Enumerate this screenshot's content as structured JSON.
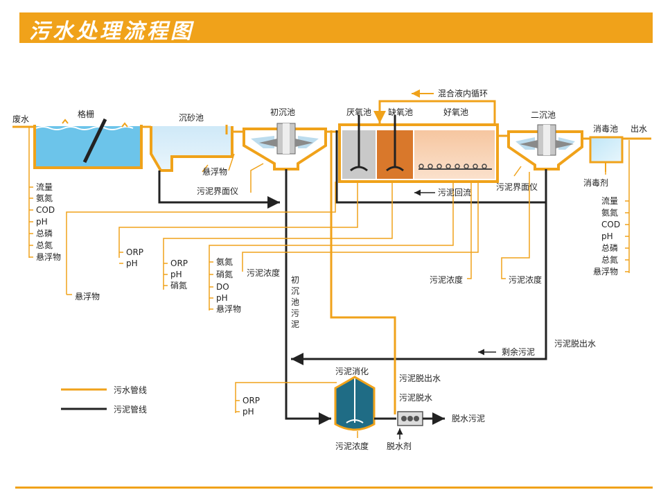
{
  "title": "污水处理流程图",
  "labels": {
    "waste_water": "废水",
    "screen": "格栅",
    "grit_chamber": "沉砂池",
    "primary_clarifier": "初沉池",
    "anaerobic": "厌氧池",
    "anoxic": "缺氧池",
    "aerobic": "好氧池",
    "secondary_clarifier": "二沉池",
    "disinfection": "消毒池",
    "outlet": "出水",
    "mixed_liquor_recycle": "混合液内循环",
    "sludge_return": "污泥回流",
    "suspended_solids": "悬浮物",
    "sludge_interface_meter": "污泥界面仪",
    "sludge_interface_meter_2": "污泥界面仪",
    "disinfectant": "消毒剂",
    "sludge_conc_1": "污泥浓度",
    "sludge_conc_2": "污泥浓度",
    "sludge_conc_3": "污泥浓度",
    "sludge_conc_4": "污泥浓度",
    "suspended_solids_2": "悬浮物",
    "primary_sludge": [
      "初",
      "沉",
      "池",
      "污",
      "泥"
    ],
    "excess_sludge": "剩余污泥",
    "sludge_dewater_water": "污泥脱出水",
    "sludge_digestion": "污泥消化",
    "sludge_dewater_water_2": "污泥脱出水",
    "sludge_dewatering": "污泥脱水",
    "dewatered_sludge": "脱水污泥",
    "dewatering_agent": "脱水剂"
  },
  "inlet_params": [
    "流量",
    "氨氮",
    "COD",
    "pH",
    "总磷",
    "总氮",
    "悬浮物"
  ],
  "outlet_params": [
    "流量",
    "氨氮",
    "COD",
    "pH",
    "总磷",
    "总氮",
    "悬浮物"
  ],
  "anaerobic_params": [
    "ORP",
    "pH"
  ],
  "anoxic_params": [
    "ORP",
    "pH",
    "硝氮"
  ],
  "aerobic_params": [
    "氨氮",
    "硝氮",
    "DO",
    "pH",
    "悬浮物"
  ],
  "digester_params": [
    "ORP",
    "pH"
  ],
  "legend": [
    {
      "label": "污水管线",
      "color": "#f0a21a"
    },
    {
      "label": "污泥管线",
      "color": "#222222"
    }
  ],
  "colors": {
    "accent": "#f0a21a",
    "sludge_line": "#222222",
    "water": "#6cc4ea",
    "anoxic_fill": "#d9782b",
    "aerobic_fill": "#f6c9a0",
    "digester": "#1f6c85"
  }
}
